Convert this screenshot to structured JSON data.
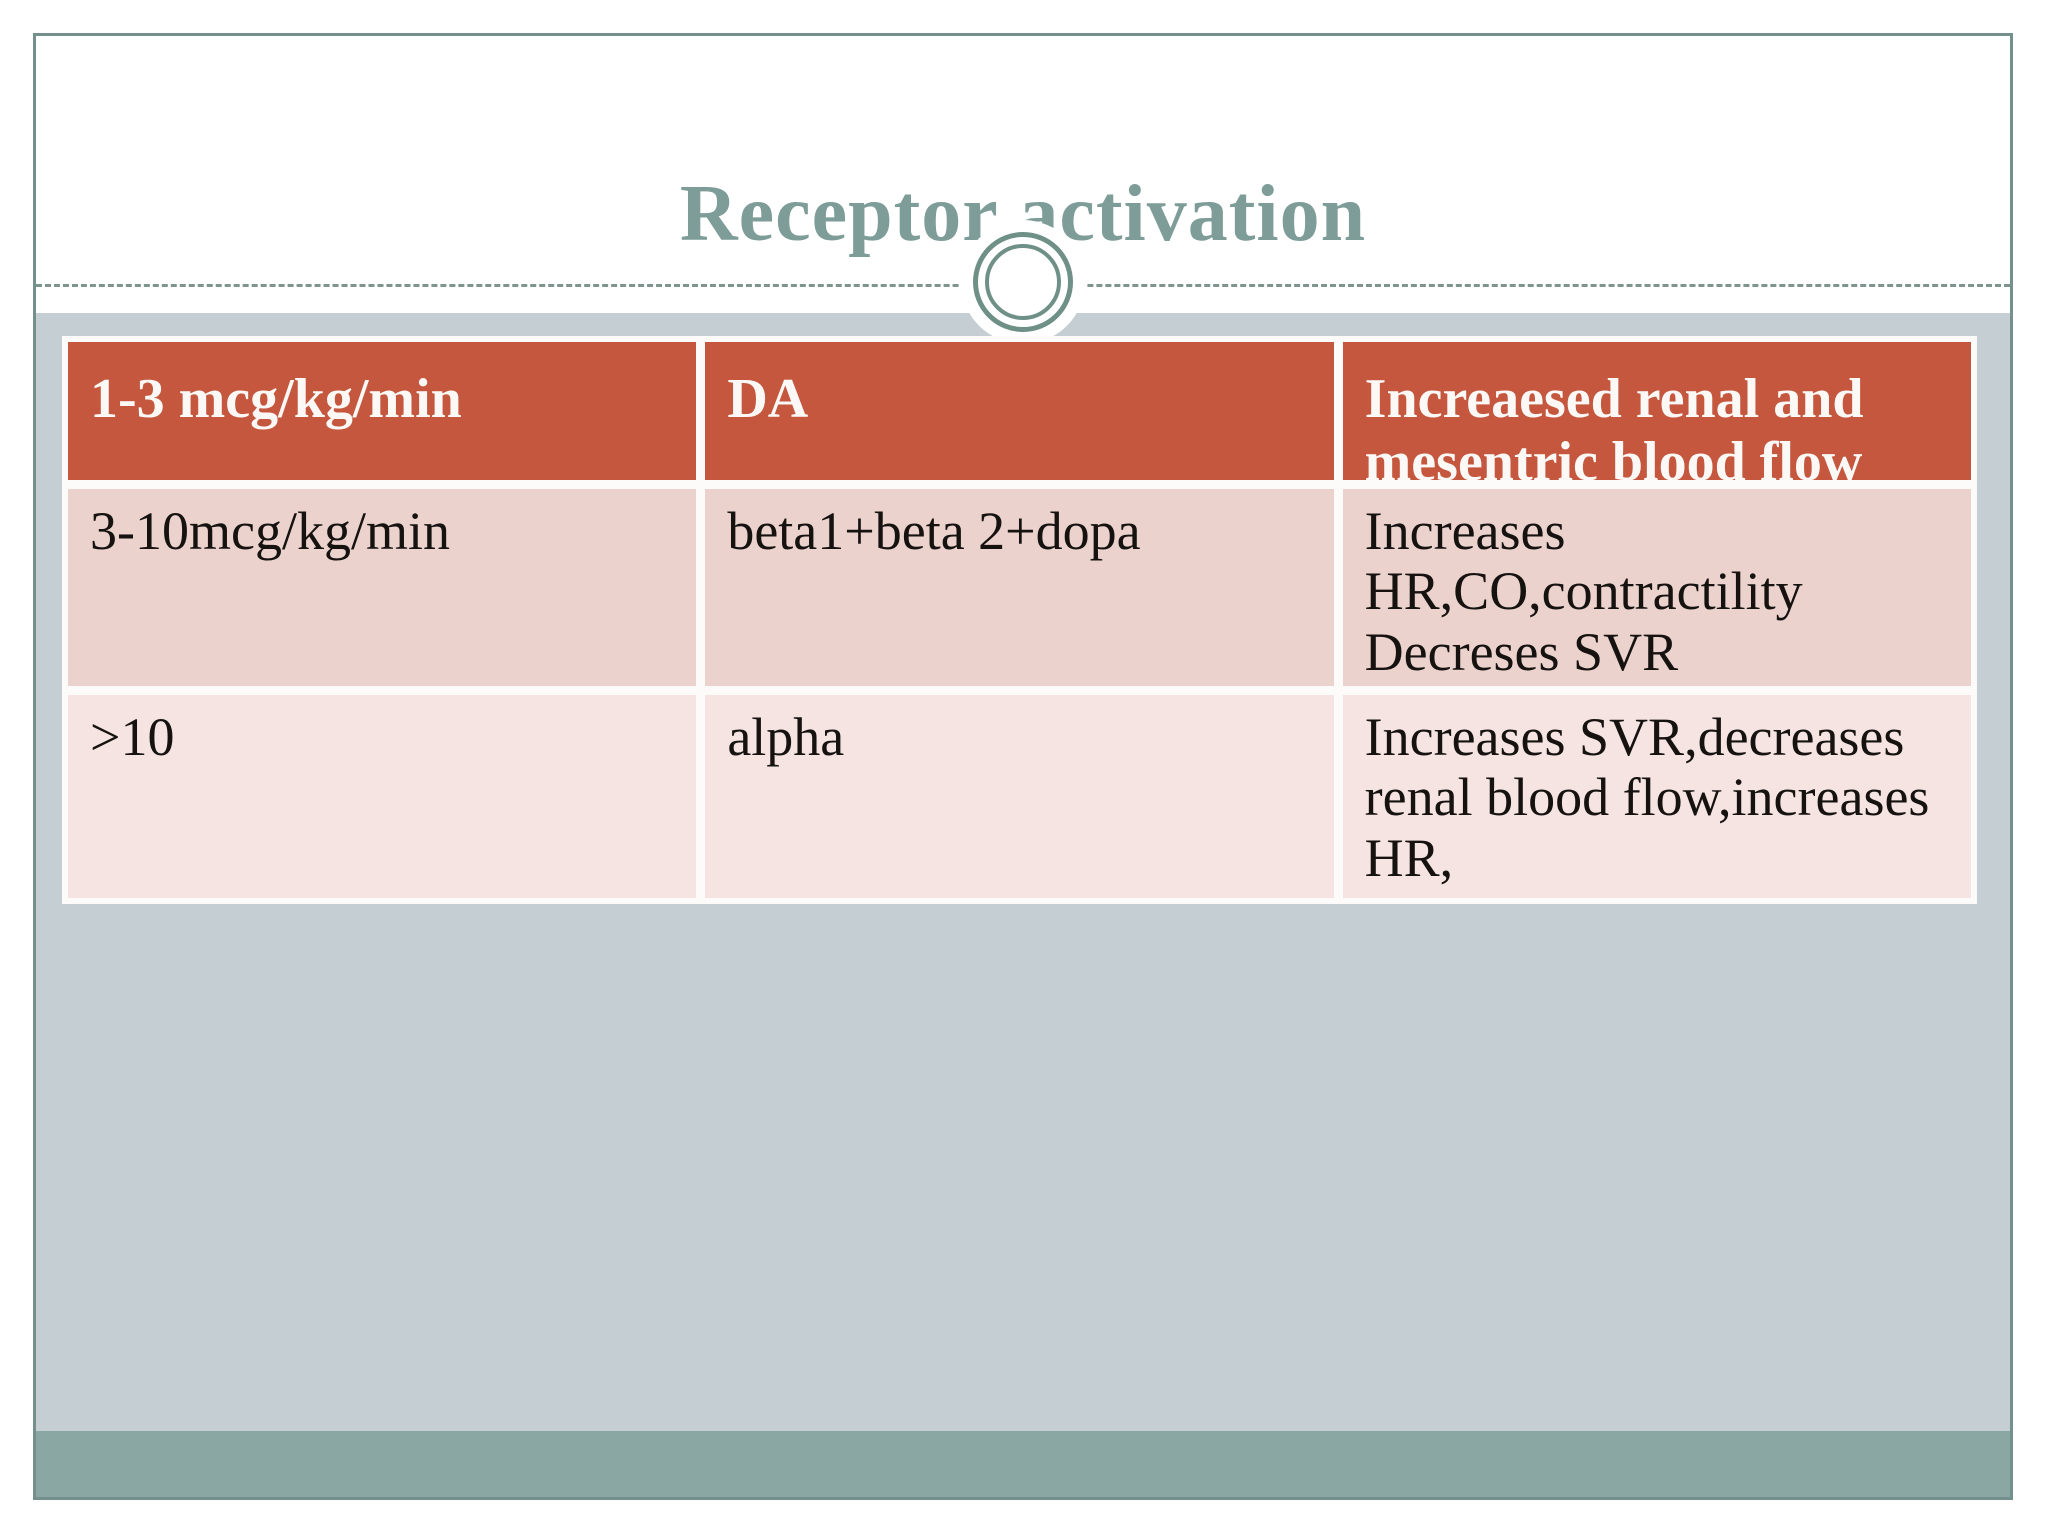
{
  "page": {
    "title": "Receptor activation"
  },
  "table": {
    "header": [
      "1-3 mcg/kg/min",
      "DA",
      "Increaesed renal and mesentric blood flow"
    ],
    "rows": [
      [
        "3-10mcg/kg/min",
        "beta1+beta 2+dopa",
        "Increases HR,CO,contractility\nDecreses SVR"
      ],
      [
        ">10",
        "alpha",
        "Increases SVR,decreases renal blood flow,increases HR,"
      ]
    ]
  },
  "colors": {
    "header_orange": "#C4573E",
    "row_pink": "#ECD2CC",
    "row_pink_light": "#F5E4E1",
    "content_background": "#C4CED3",
    "bottom_band_teal": "#8BA7A3",
    "title_teal": "#7E9C98",
    "frame_border": "#74908C"
  }
}
